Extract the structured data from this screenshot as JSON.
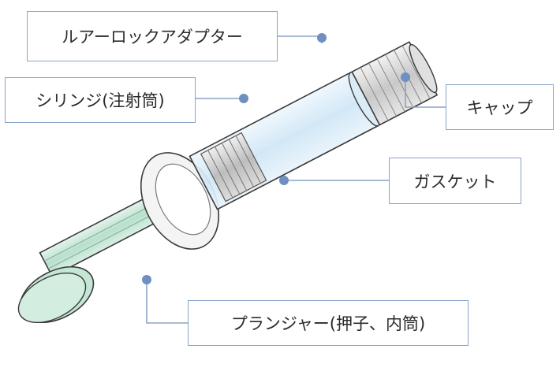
{
  "labels": {
    "luer_lock_adapter": "ルアーロックアダプター",
    "syringe": "シリンジ(注射筒)",
    "cap": "キャップ",
    "gasket": "ガスケット",
    "plunger": "プランジャー(押子、内筒)"
  },
  "colors": {
    "label_border": "#8aa3c7",
    "leader_line": "#8aa3c7",
    "leader_dot": "#6f8fc0",
    "barrel_fill": "#d9ecf8",
    "plunger_fill": "#cfe9dc",
    "outline": "#3a3a3a"
  }
}
